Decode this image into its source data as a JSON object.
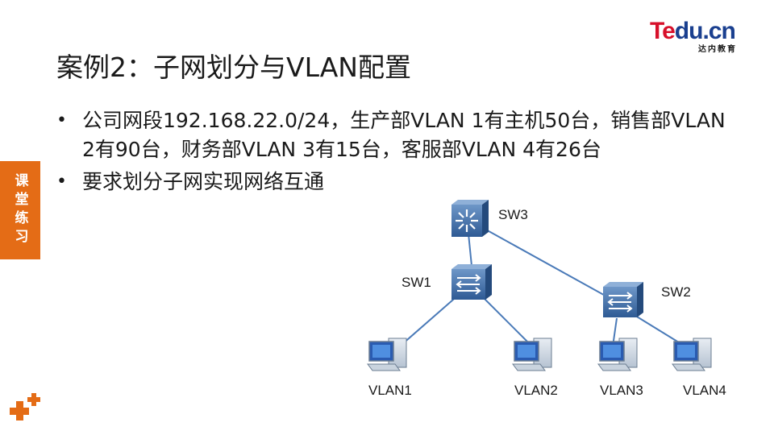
{
  "logo": {
    "main_te": "Te",
    "main_du": "du.cn",
    "sub": "达内教育"
  },
  "title": "案例2：子网划分与VLAN配置",
  "bullets": [
    "公司网段192.168.22.0/24，生产部VLAN 1有主机50台，销售部VLAN 2有90台，财务部VLAN 3有15台，客服部VLAN 4有26台",
    "要求划分子网实现网络互通"
  ],
  "side_tab": "课堂练习",
  "diagram": {
    "switches": [
      "SW3",
      "SW1",
      "SW2"
    ],
    "hosts": [
      "VLAN1",
      "VLAN2",
      "VLAN3",
      "VLAN4"
    ]
  },
  "colors": {
    "accent_orange": "#e46c16",
    "link_blue": "#4a7ab8",
    "logo_red": "#d7102a",
    "logo_blue": "#1a3f8f"
  }
}
